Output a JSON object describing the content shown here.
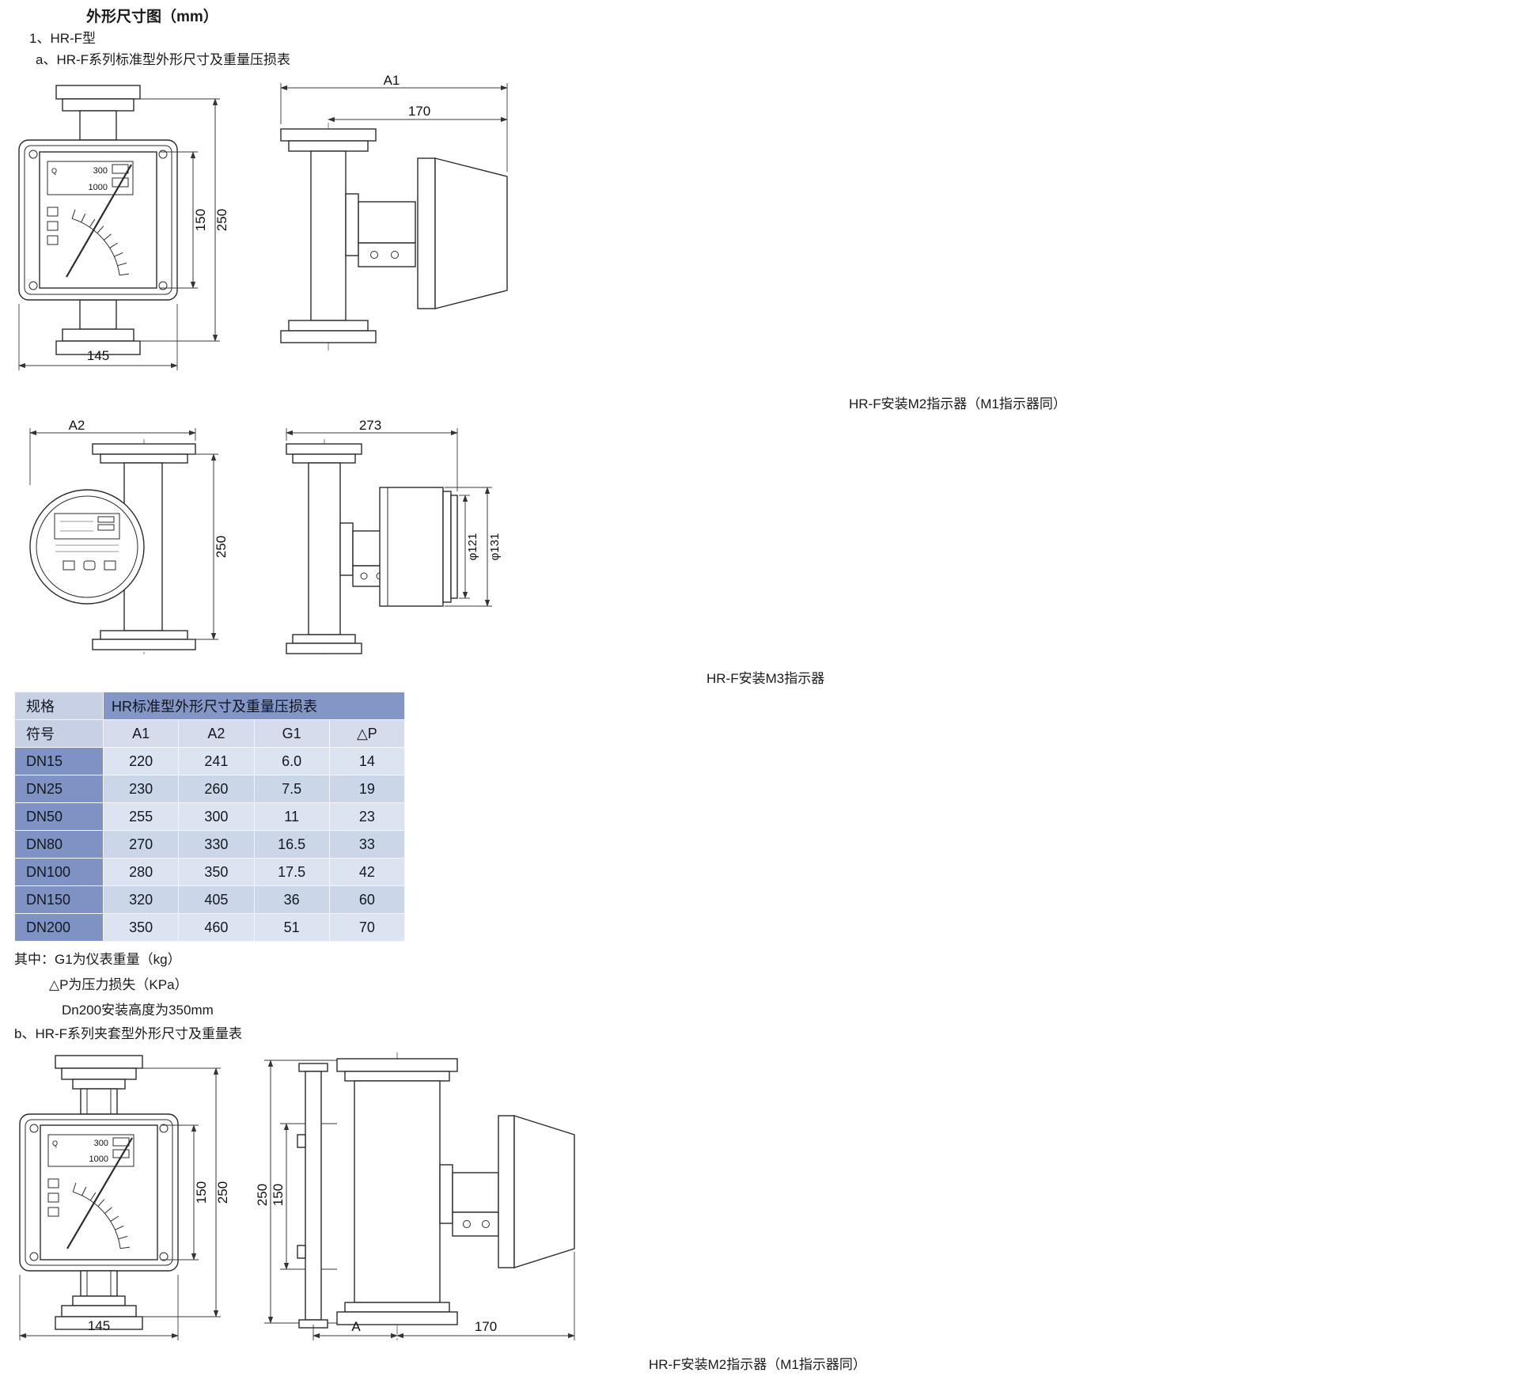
{
  "page": {
    "title": "外形尺寸图（mm）",
    "section_1": "1、HR-F型",
    "section_1a": "a、HR-F系列标准型外形尺寸及重量压损表",
    "section_1b": "b、HR-F系列夹套型外形尺寸及重量表",
    "caption_m2_top": "HR-F安装M2指示器（M1指示器同）",
    "caption_m3": "HR-F安装M3指示器",
    "caption_m2_bottom": "HR-F安装M2指示器（M1指示器同）",
    "notes": [
      "其中：G1为仪表重量（kg）",
      "△P为压力损失（KPa）",
      "Dn200安装高度为350mm"
    ]
  },
  "drawings": {
    "front_standard": {
      "lcd_q": "Q",
      "lcd_top": "300",
      "lcd_bottom": "1000",
      "dim_width": "145",
      "dim_inner_height": "150",
      "dim_outer_height": "250"
    },
    "side_m2": {
      "dim_overall": "A1",
      "dim_offset": "170"
    },
    "front_m3": {
      "dim_overall": "A2",
      "dim_height": "250"
    },
    "side_m3": {
      "dim_overall": "273",
      "dim_dia_inner": "φ121",
      "dim_dia_outer": "φ131"
    },
    "front_jacket": {
      "lcd_q": "Q",
      "lcd_top": "300",
      "lcd_bottom": "1000",
      "dim_width": "145",
      "dim_inner_height": "150",
      "dim_outer_height": "250"
    },
    "side_jacket": {
      "dim_outer_height": "250",
      "dim_inner_height": "150",
      "dim_a": "A",
      "dim_offset": "170"
    }
  },
  "table": {
    "col_spec": "规格",
    "col_symbol": "符号",
    "header_title": "HR标准型外形尺寸及重量压损表",
    "columns": [
      "A1",
      "A2",
      "G1",
      "△P"
    ],
    "rows": [
      [
        "DN15",
        "220",
        "241",
        "6.0",
        "14"
      ],
      [
        "DN25",
        "230",
        "260",
        "7.5",
        "19"
      ],
      [
        "DN50",
        "255",
        "300",
        "11",
        "23"
      ],
      [
        "DN80",
        "270",
        "330",
        "16.5",
        "33"
      ],
      [
        "DN100",
        "280",
        "350",
        "17.5",
        "42"
      ],
      [
        "DN150",
        "320",
        "405",
        "36",
        "60"
      ],
      [
        "DN200",
        "350",
        "460",
        "51",
        "70"
      ]
    ]
  }
}
